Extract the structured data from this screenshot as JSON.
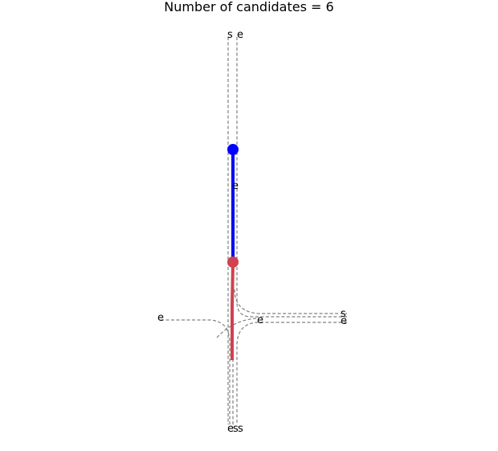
{
  "title": "Number of candidates = 6",
  "labels": {
    "top_s": "s",
    "top_e": "e",
    "mid_e": "e",
    "left_e": "e",
    "center_e": "e",
    "right_s": "s",
    "right_e": "e",
    "bottom_e": "e",
    "bottom_s1": "s",
    "bottom_s2": "s"
  },
  "colors": {
    "lane": "#808080",
    "blue_path": "#0000ff",
    "red_path": "#d1414f",
    "text": "#000000"
  }
}
